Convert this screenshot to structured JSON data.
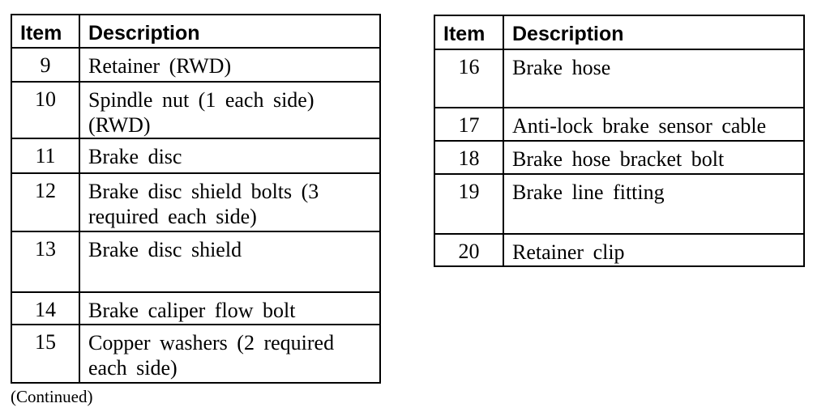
{
  "colors": {
    "text": "#000000",
    "border": "#000000",
    "background": "#ffffff"
  },
  "left_table": {
    "headers": {
      "item": "Item",
      "description": "Description"
    },
    "rows": [
      {
        "item": "9",
        "description": "Retainer (RWD)"
      },
      {
        "item": "10",
        "description": "Spindle nut (1 each side)\n(RWD)"
      },
      {
        "item": "11",
        "description": "Brake disc"
      },
      {
        "item": "12",
        "description": "Brake disc shield bolts (3\nrequired each side)"
      },
      {
        "item": "13",
        "description": "Brake disc shield"
      },
      {
        "item": "14",
        "description": "Brake caliper flow bolt"
      },
      {
        "item": "15",
        "description": "Copper washers (2 required\neach side)"
      }
    ]
  },
  "right_table": {
    "headers": {
      "item": "Item",
      "description": "Description"
    },
    "rows": [
      {
        "item": "16",
        "description": "Brake hose"
      },
      {
        "item": "17",
        "description": "Anti-lock brake sensor cable"
      },
      {
        "item": "18",
        "description": "Brake hose bracket bolt"
      },
      {
        "item": "19",
        "description": "Brake line fitting"
      },
      {
        "item": "20",
        "description": "Retainer clip"
      }
    ]
  },
  "footer": {
    "continued_note": "(Continued)"
  }
}
